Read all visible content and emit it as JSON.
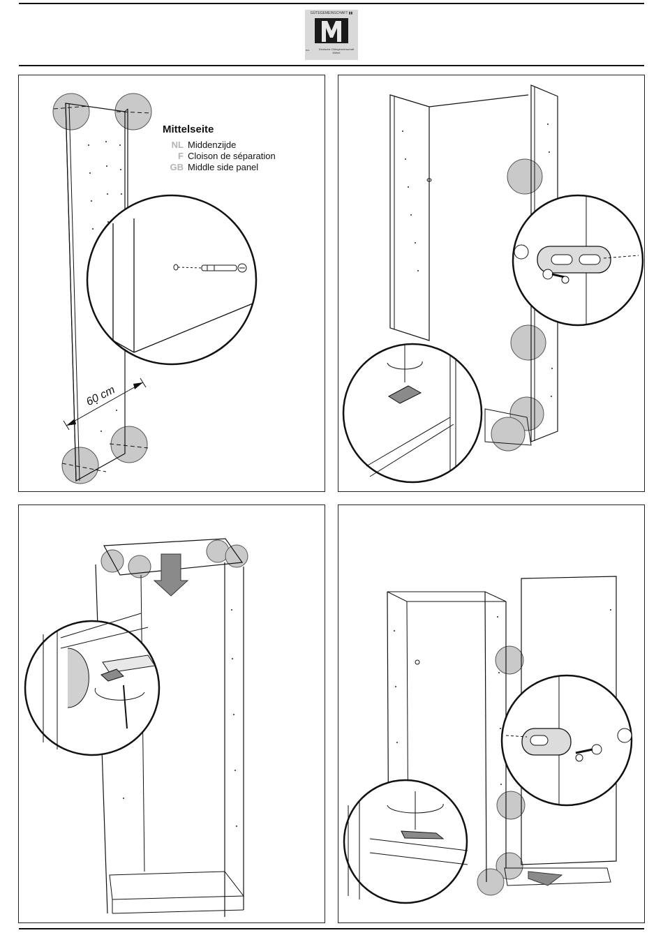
{
  "logo": {
    "top_text": "GÜTEGEMEINSCHAFT ▮▮",
    "mark_letter": "M",
    "bottom_text": "Deutsche Gütegemeinschaft Möbel",
    "side_text": "RAL"
  },
  "step1": {
    "legend": {
      "title": "Mittelseite",
      "rows": [
        {
          "code": "NL",
          "text": "Middenzijde"
        },
        {
          "code": "F",
          "text": "Cloison de séparation"
        },
        {
          "code": "GB",
          "text": "Middle side panel"
        }
      ]
    },
    "measurement": "60 cm"
  },
  "colors": {
    "line": "#111111",
    "highlight_circle": "#c9c9c9",
    "arrow": "#8a8a8a"
  }
}
